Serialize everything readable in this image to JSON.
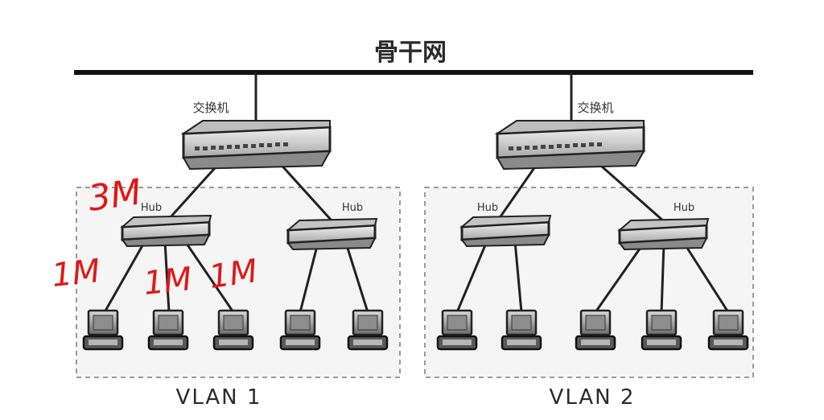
{
  "backbone": {
    "label": "骨干网"
  },
  "switches": [
    {
      "label": "交换机"
    },
    {
      "label": "交换机"
    }
  ],
  "hubs": [
    {
      "label": "Hub"
    },
    {
      "label": "Hub"
    },
    {
      "label": "Hub"
    },
    {
      "label": "Hub"
    }
  ],
  "vlans": [
    {
      "label": "VLAN 1"
    },
    {
      "label": "VLAN 2"
    }
  ],
  "annotations": {
    "uplink": "3M",
    "hosts": [
      "1M",
      "1M",
      "1M"
    ]
  },
  "colors": {
    "annotation": "#e01818",
    "device_body": "#d9d9d9",
    "dashed_border": "#9a9a9a"
  },
  "icons": {
    "switch": "network-switch-icon",
    "hub": "hub-icon",
    "computer": "desktop-computer-icon"
  }
}
